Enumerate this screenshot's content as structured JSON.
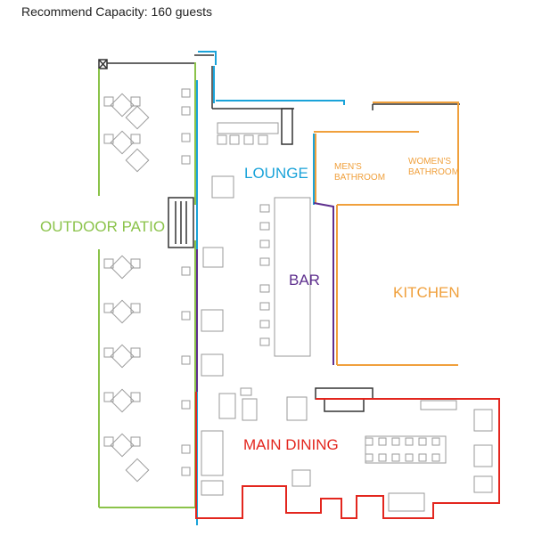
{
  "header": {
    "capacity": "Recommend Capacity: 160 guests"
  },
  "zones": {
    "lounge": {
      "label": "LOUNGE"
    },
    "bar": {
      "label": "BAR"
    },
    "kitchen": {
      "label": "KITCHEN"
    },
    "patio": {
      "label": "OUTDOOR PATIO"
    },
    "dining": {
      "label": "MAIN DINING"
    },
    "mens": {
      "line1": "MEN'S",
      "line2": "BATHROOM"
    },
    "womens": {
      "line1": "WOMEN'S",
      "line2": "BATHROOM"
    }
  },
  "colors": {
    "patio": "#8bc34a",
    "lounge": "#1aa3d9",
    "bar": "#5e2f8e",
    "kitchen": "#f0a03c",
    "dining": "#e3261e",
    "structure": "#333333",
    "furniture": "#9a9a9a"
  }
}
